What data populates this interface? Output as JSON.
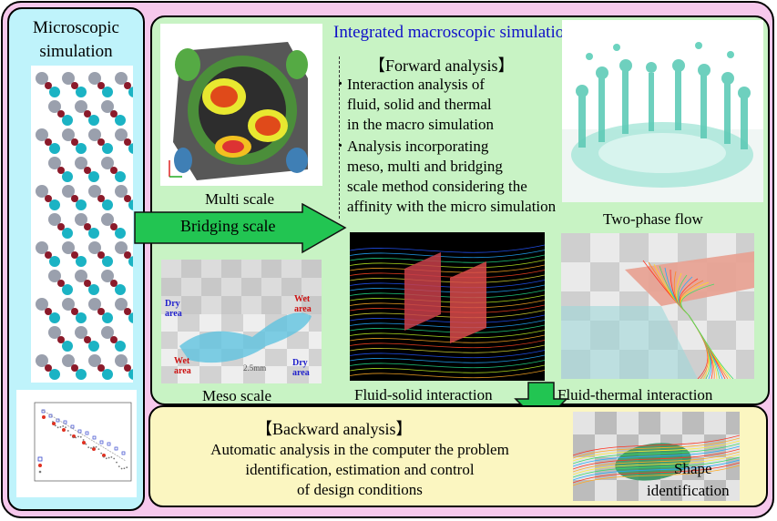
{
  "micro": {
    "title_line1": "Microscopic",
    "title_line2": "simulation"
  },
  "macro": {
    "title": "Integrated macroscopic simulation",
    "title_color": "#1010c8",
    "forward_title": "【Forward analysis】",
    "bullet1": [
      "Interaction analysis of",
      "fluid, solid and thermal",
      "in the macro simulation"
    ],
    "bullet2": [
      "Analysis incorporating",
      "meso, multi and bridging",
      "scale method considering the",
      "affinity with the micro simulation"
    ],
    "bullet_marker": "・"
  },
  "labels": {
    "multi_scale": "Multi scale",
    "bridging_scale": "Bridging scale",
    "two_phase": "Two-phase flow",
    "meso_scale": "Meso scale",
    "fluid_solid": "Fluid-solid  interaction",
    "fluid_thermal": "Fluid-thermal interaction"
  },
  "meso_image": {
    "dry_area": "Dry\narea",
    "wet_area": "Wet\narea",
    "scale_bar": "2.5mm"
  },
  "backward": {
    "title": "【Backward analysis】",
    "lines": [
      "Automatic analysis in the computer the problem",
      "identification, estimation and control",
      "of design conditions"
    ],
    "shape_id_line1": "Shape",
    "shape_id_line2": "identification"
  },
  "colors": {
    "outer": "#f6c8ec",
    "micro": "#bff3fb",
    "macro": "#c8f3c4",
    "backward": "#fbf6c1",
    "arrow": "#22c552"
  }
}
